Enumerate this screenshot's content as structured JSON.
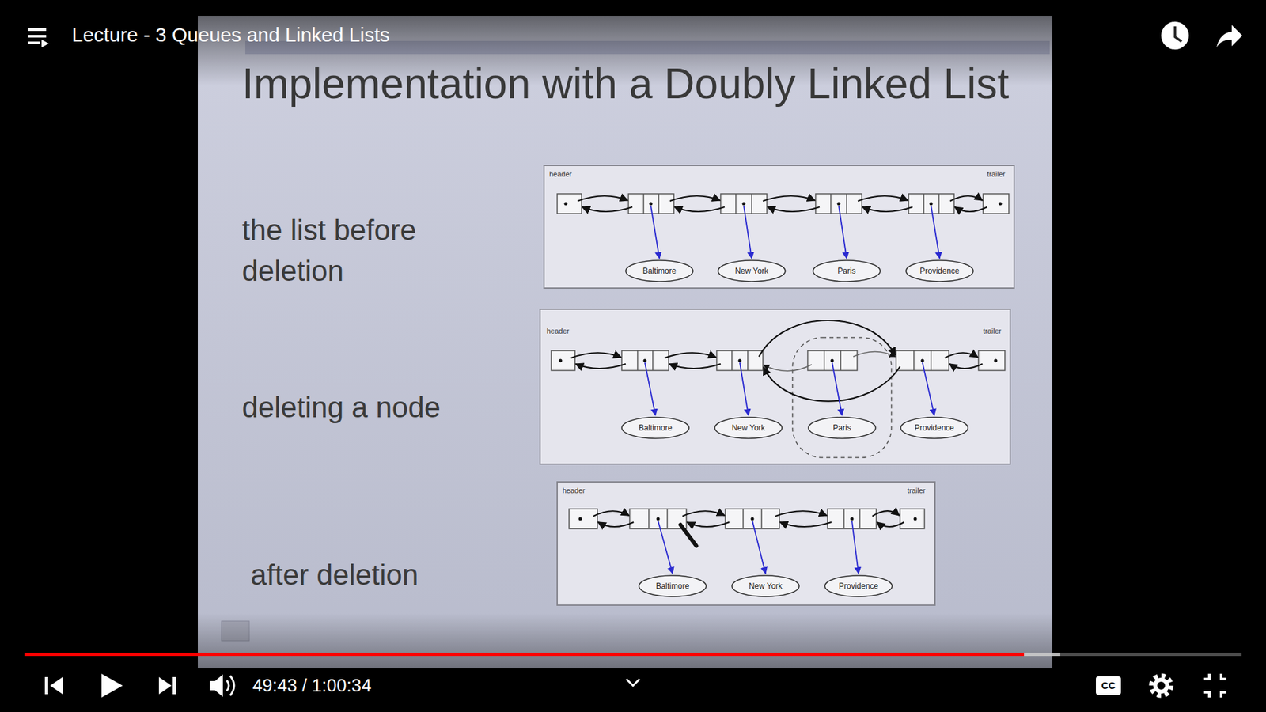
{
  "diagram": {
    "title": "Implementation with a Doubly Linked List",
    "nodes": [
      {
        "text": [
          "Baltimore"
        ]
      },
      {
        "text": [
          "New York"
        ]
      },
      {
        "text": [
          "Paris"
        ]
      },
      {
        "text": [
          "Providence"
        ]
      },
      {
        "text": [
          "Baltimore"
        ]
      },
      {
        "text": [
          "New York"
        ]
      },
      {
        "text": [
          "Paris"
        ]
      },
      {
        "text": [
          "Providence"
        ]
      },
      {
        "text": [
          "Baltimore"
        ]
      },
      {
        "text": [
          "New York"
        ]
      },
      {
        "text": [
          "Providence"
        ]
      }
    ],
    "labels": [
      "Lecture - 3 Queues and Linked Lists",
      "the list before deletion",
      "header",
      "trailer",
      "deleting a node",
      "header",
      "trailer",
      "after deletion",
      "header",
      "trailer",
      "49:43 / 1:00:34",
      "CC"
    ]
  }
}
